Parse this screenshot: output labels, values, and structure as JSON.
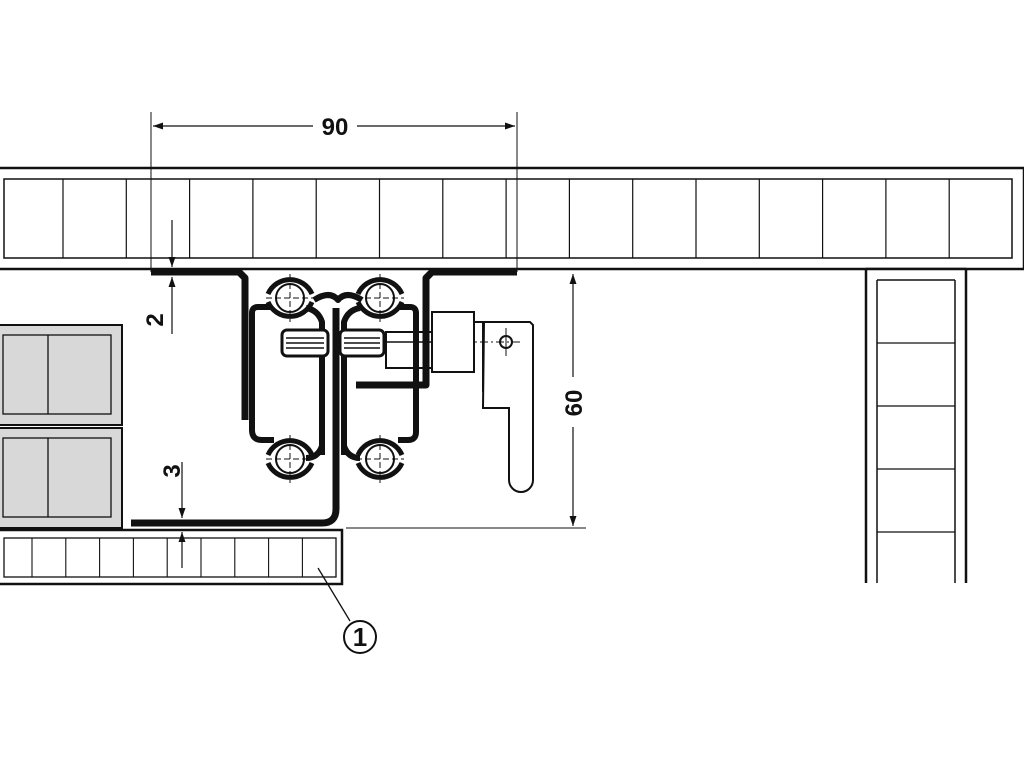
{
  "dimensions": {
    "width": "90",
    "top_gap": "2",
    "bottom_gap": "3",
    "height": "60"
  },
  "callout": {
    "number": "1"
  },
  "colors": {
    "line": "#111111",
    "panel_fill": "#d8d8d8",
    "background": "#ffffff"
  }
}
